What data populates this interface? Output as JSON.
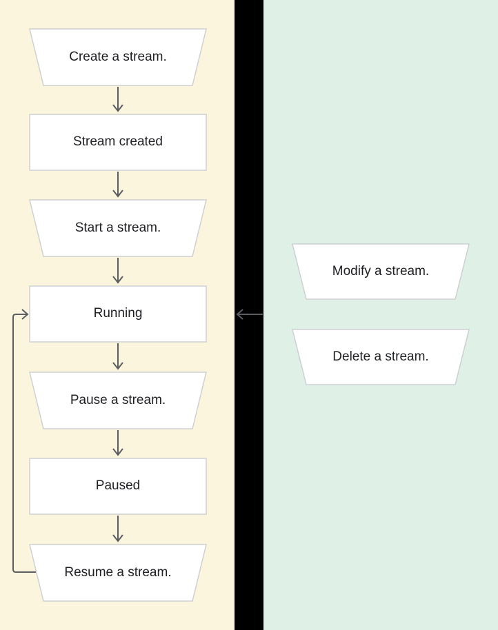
{
  "diagram": {
    "description": "Lifecycle of a stream flowchart",
    "left_column": {
      "nodes": [
        {
          "label": "Create a stream.",
          "shape": "trapezoid",
          "kind": "action"
        },
        {
          "label": "Stream created",
          "shape": "rectangle",
          "kind": "state"
        },
        {
          "label": "Start a stream.",
          "shape": "trapezoid",
          "kind": "action"
        },
        {
          "label": "Running",
          "shape": "rectangle",
          "kind": "state"
        },
        {
          "label": "Pause a stream.",
          "shape": "trapezoid",
          "kind": "action"
        },
        {
          "label": "Paused",
          "shape": "rectangle",
          "kind": "state"
        },
        {
          "label": "Resume a stream.",
          "shape": "trapezoid",
          "kind": "action"
        }
      ]
    },
    "right_column": {
      "nodes": [
        {
          "label": "Modify a stream.",
          "shape": "trapezoid",
          "kind": "action"
        },
        {
          "label": "Delete a stream.",
          "shape": "trapezoid",
          "kind": "action"
        }
      ]
    },
    "edges": [
      "Create a stream. -> Stream created",
      "Stream created -> Start a stream.",
      "Start a stream. -> Running",
      "Running -> Pause a stream.",
      "Pause a stream. -> Paused",
      "Paused -> Resume a stream.",
      "Resume a stream. -> Running (loop back)",
      "Modify/Delete a stream -> Running (arrow pointing left)"
    ],
    "colors": {
      "left_panel_bg": "#FCF5DE",
      "right_panel_bg": "#DFF0E7",
      "divider_band": "#000000",
      "node_fill": "#FFFFFF",
      "node_border": "#CDD0D3",
      "arrow": "#5A5E62",
      "text": "#202124"
    }
  }
}
